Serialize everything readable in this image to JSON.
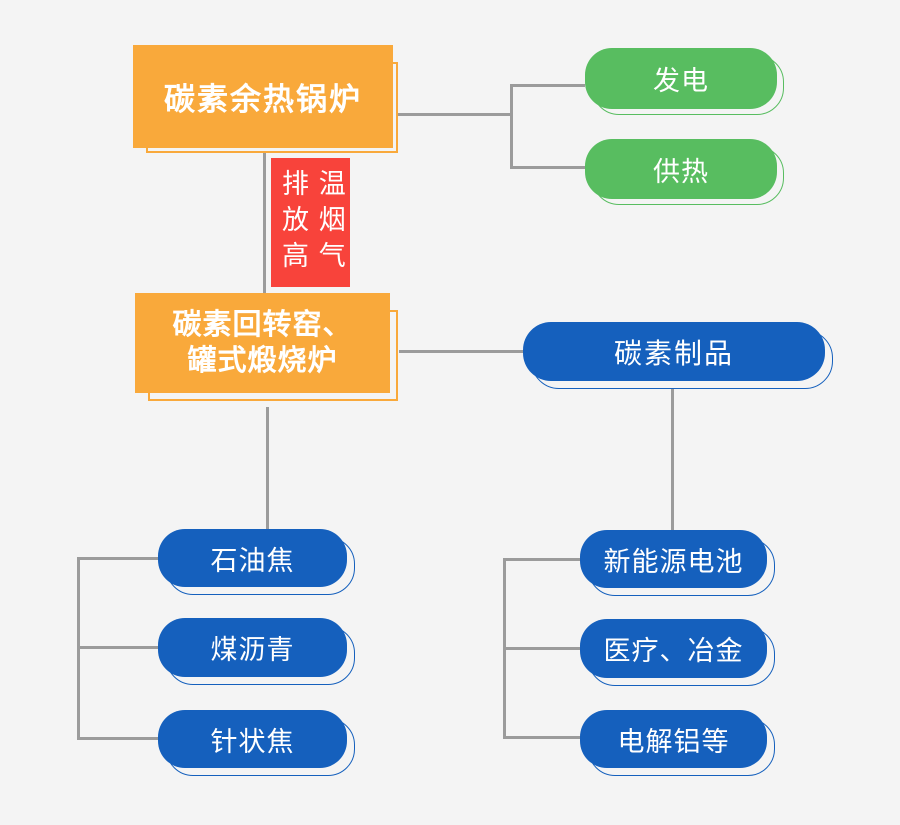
{
  "colors": {
    "bg": "#F4F4F4",
    "orange": "#F9A93B",
    "red": "#F8433B",
    "green": "#58BD60",
    "blue": "#1560BD",
    "line": "#9B9B9B",
    "text": "#FFFFFF"
  },
  "nodes": {
    "boiler": "碳素余热锅炉",
    "outputs": [
      "发电",
      "供热"
    ],
    "flue_gas": {
      "column_left": "排放高",
      "column_right": "温烟气"
    },
    "kiln_line1": "碳素回转窑、",
    "kiln_line2": "罐式煅烧炉",
    "products": "碳素制品",
    "raw_materials": [
      "石油焦",
      "煤沥青",
      "针状焦"
    ],
    "applications": [
      "新能源电池",
      "医疗、冶金",
      "电解铝等"
    ]
  }
}
